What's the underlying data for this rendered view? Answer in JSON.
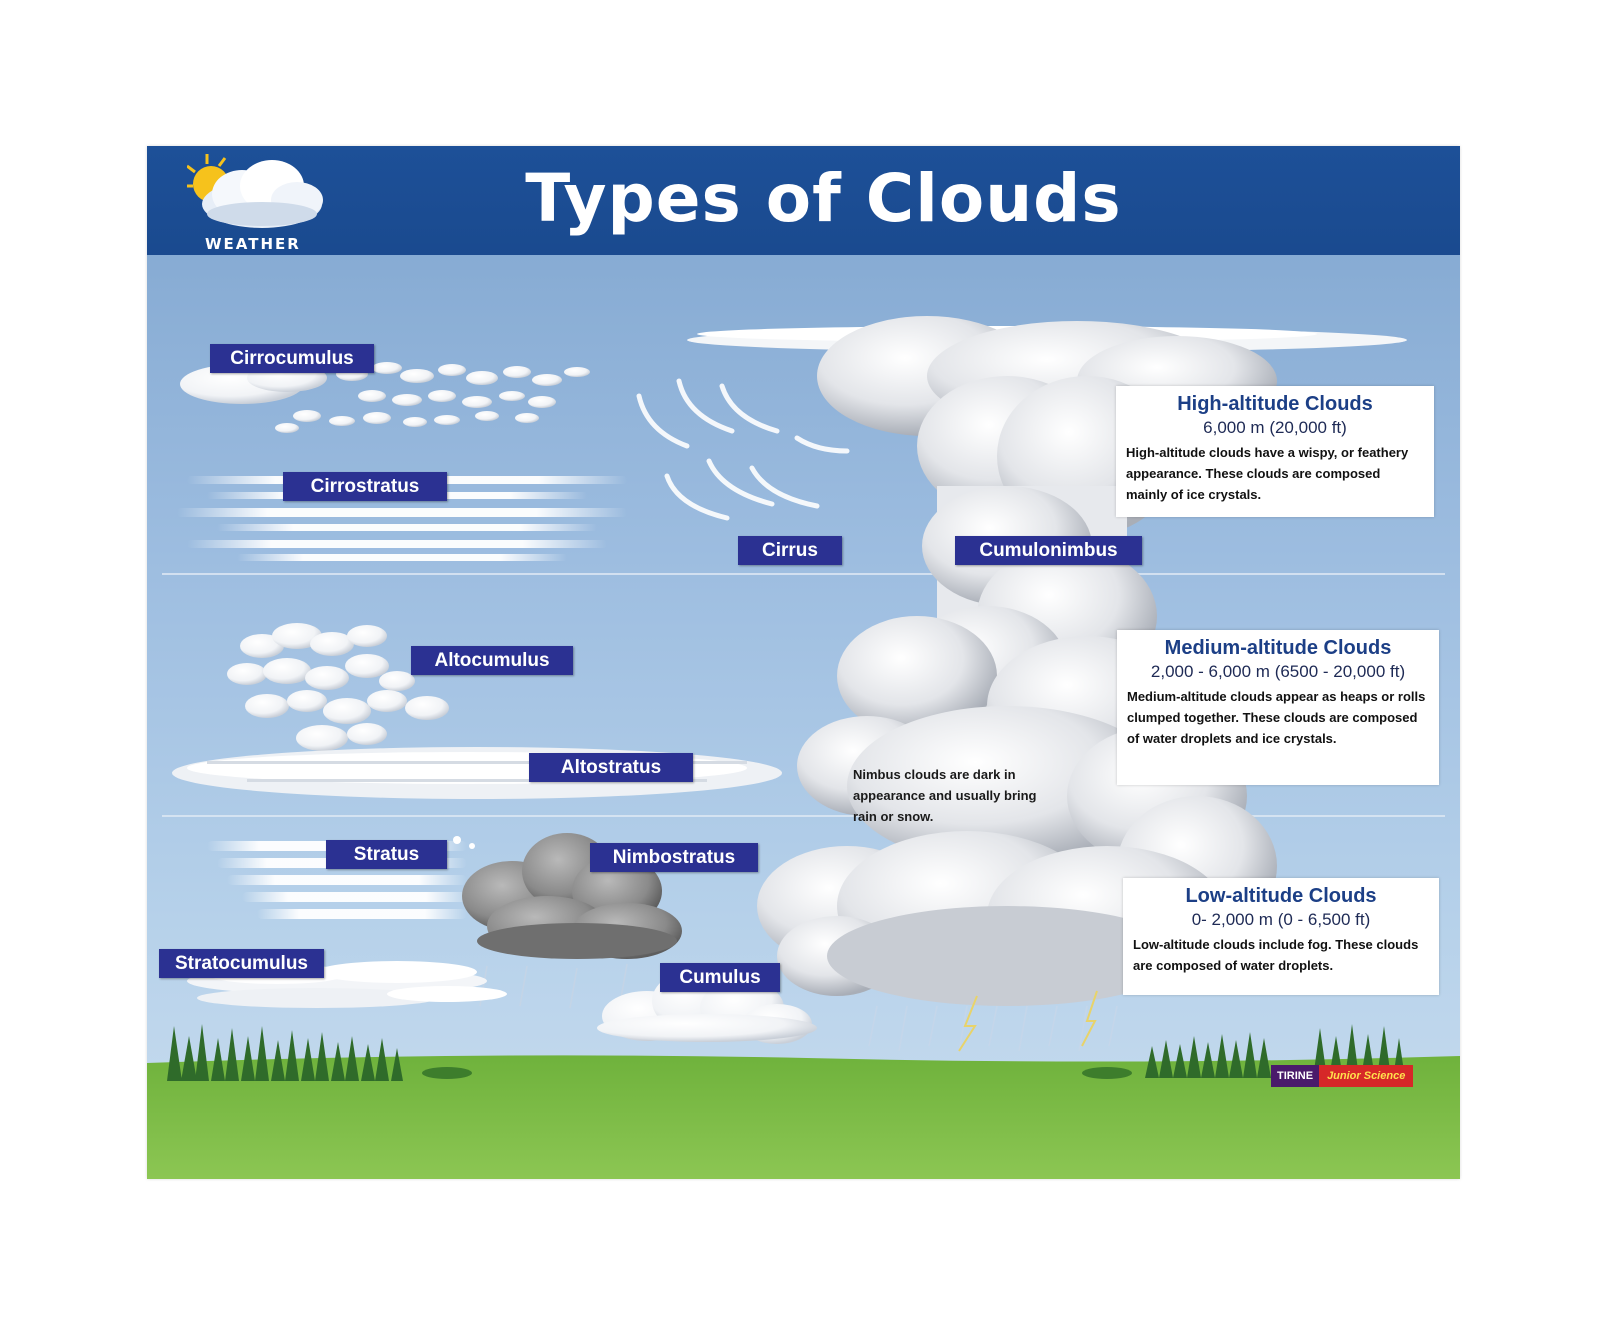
{
  "title": "Types of Clouds",
  "logo": {
    "text": "WEATHER",
    "icon": "sun-cloud-icon"
  },
  "labels": {
    "cirrocumulus": "Cirrocumulus",
    "cirrostratus": "Cirrostratus",
    "cirrus": "Cirrus",
    "cumulonimbus": "Cumulonimbus",
    "altocumulus": "Altocumulus",
    "altostratus": "Altostratus",
    "stratus": "Stratus",
    "nimbostratus": "Nimbostratus",
    "stratocumulus": "Stratocumulus",
    "cumulus": "Cumulus"
  },
  "levels": {
    "high": {
      "heading": "High-altitude Clouds",
      "altitude": "6,000 m (20,000 ft)",
      "description": "High-altitude clouds have a wispy, or feathery appearance. These clouds are composed mainly of ice crystals."
    },
    "medium": {
      "heading": "Medium-altitude Clouds",
      "altitude": "2,000 - 6,000 m (6500 - 20,000 ft)",
      "description": "Medium-altitude clouds appear as heaps or rolls clumped together. These clouds are composed of water droplets and ice crystals."
    },
    "low": {
      "heading": "Low-altitude Clouds",
      "altitude": "0- 2,000 m (0 - 6,500 ft)",
      "description": "Low-altitude clouds include fog. These clouds are composed of water droplets."
    }
  },
  "nimbus_note": "Nimbus clouds are dark in appearance and usually bring rain or snow.",
  "brand": {
    "part1": "TIRINE",
    "part2": "Junior Science"
  },
  "colors": {
    "header": "#1d5098",
    "label_bg": "#2b3192",
    "grass": "#7fbf4a",
    "storm_cloud": "#8c8c8c"
  }
}
